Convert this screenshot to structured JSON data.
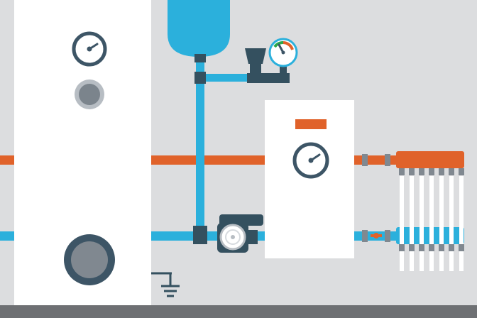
{
  "scene": {
    "description_shown": "",
    "colors": {
      "wall": "#dcdddf",
      "floor": "#6e7073",
      "cold_pipe": "#2bb0dc",
      "hot_pipe": "#e0622a",
      "dark": "#34505f",
      "panel": "#ffffff",
      "gauge_ring": "#3d5566",
      "port_grey": "#808890",
      "gauge_green": "#2aa84a",
      "gauge_orange": "#e0622a"
    },
    "components": {
      "water_heater": {
        "icon": "tank-icon"
      },
      "expansion_vessel": {
        "icon": "vessel-icon"
      },
      "safety_group": {
        "icon": "valve-group-icon"
      },
      "pressure_gauge": {
        "icon": "gauge-icon",
        "level": 0.35
      },
      "boiler": {
        "icon": "boiler-icon"
      },
      "boiler_gauge": {
        "icon": "gauge-icon"
      },
      "circulation_pump": {
        "icon": "pump-icon"
      },
      "manifold": {
        "icon": "manifold-icon",
        "supply_outlets": 7,
        "return_outlets": 7
      },
      "ground": {
        "icon": "ground-icon"
      }
    }
  }
}
